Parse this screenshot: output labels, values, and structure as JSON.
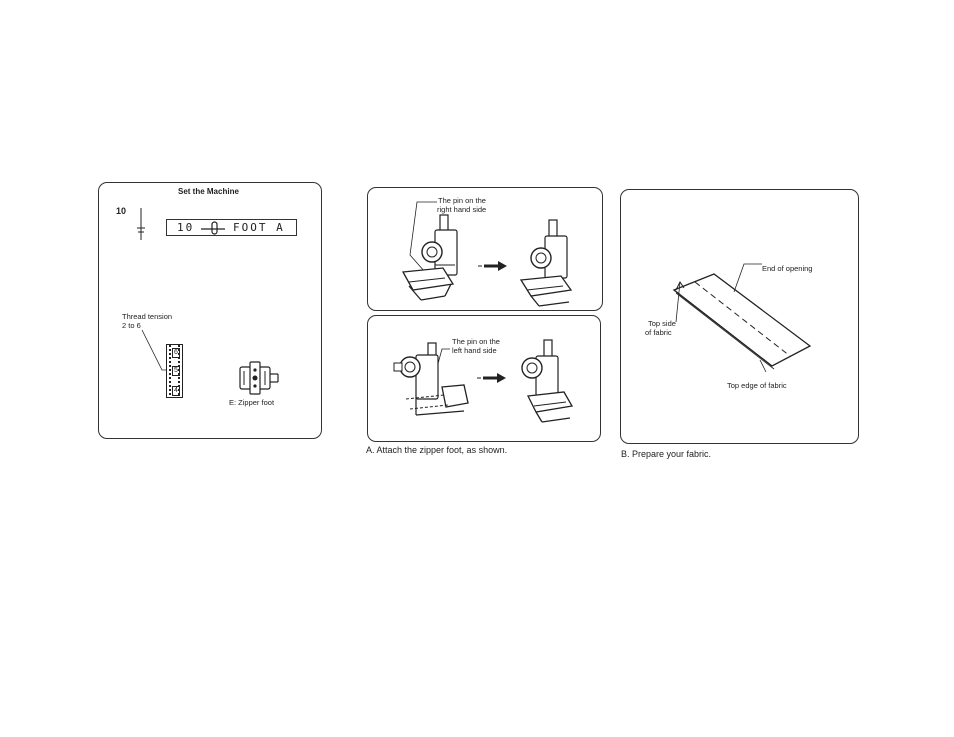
{
  "panel1": {
    "title": "Set the Machine",
    "step_number": "10",
    "display": {
      "pattern": "10",
      "foot": "FOOT A"
    },
    "thread_tension_label": "Thread tension",
    "thread_tension_range": "2 to 6",
    "dial_numbers": [
      "6",
      "5",
      "4"
    ],
    "foot_caption": "E:  Zipper foot"
  },
  "panel2": {
    "top_callout": [
      "The pin on the",
      "right hand side"
    ],
    "bottom_callout": [
      "The pin on the",
      "left hand side"
    ],
    "caption": "A.    Attach the zipper foot, as shown."
  },
  "panel3": {
    "end_label": "End of opening",
    "top_side_label": [
      "Top side",
      "of fabric"
    ],
    "top_edge_label": "Top edge of fabric",
    "caption": "B.    Prepare your fabric."
  }
}
